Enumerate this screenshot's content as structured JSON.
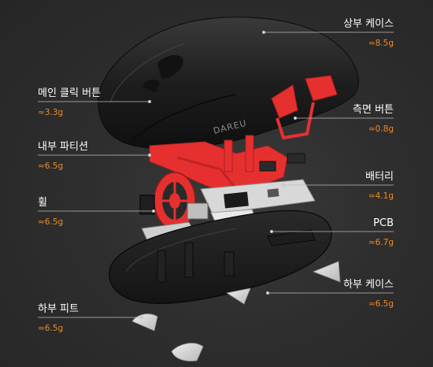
{
  "colors": {
    "background": "#2b2b2b",
    "label_text": "#ffffff",
    "weight_text": "#f08a24",
    "leader_line": "#bdbdbd",
    "frame_red": "#e63030",
    "shell_black": "#1b1b1b"
  },
  "brand_mark": "DAREU",
  "parts": {
    "top_case": {
      "name": "상부 케이스",
      "weight": "≈8.5g"
    },
    "main_click": {
      "name": "메인 클릭 버튼",
      "weight": "≈3.3g"
    },
    "side_button": {
      "name": "측면 버튼",
      "weight": "≈0.8g"
    },
    "inner_frame": {
      "name": "내부 파티션",
      "weight": "≈6.5g"
    },
    "battery": {
      "name": "배터리",
      "weight": "≈4.1g"
    },
    "wheel": {
      "name": "휠",
      "weight": "≈6.5g"
    },
    "pcb": {
      "name": "PCB",
      "weight": "≈6.7g"
    },
    "bottom_case": {
      "name": "하부 케이스",
      "weight": "≈6.5g"
    },
    "bottom_feet": {
      "name": "하부 피트",
      "weight": "≈6.5g"
    }
  }
}
